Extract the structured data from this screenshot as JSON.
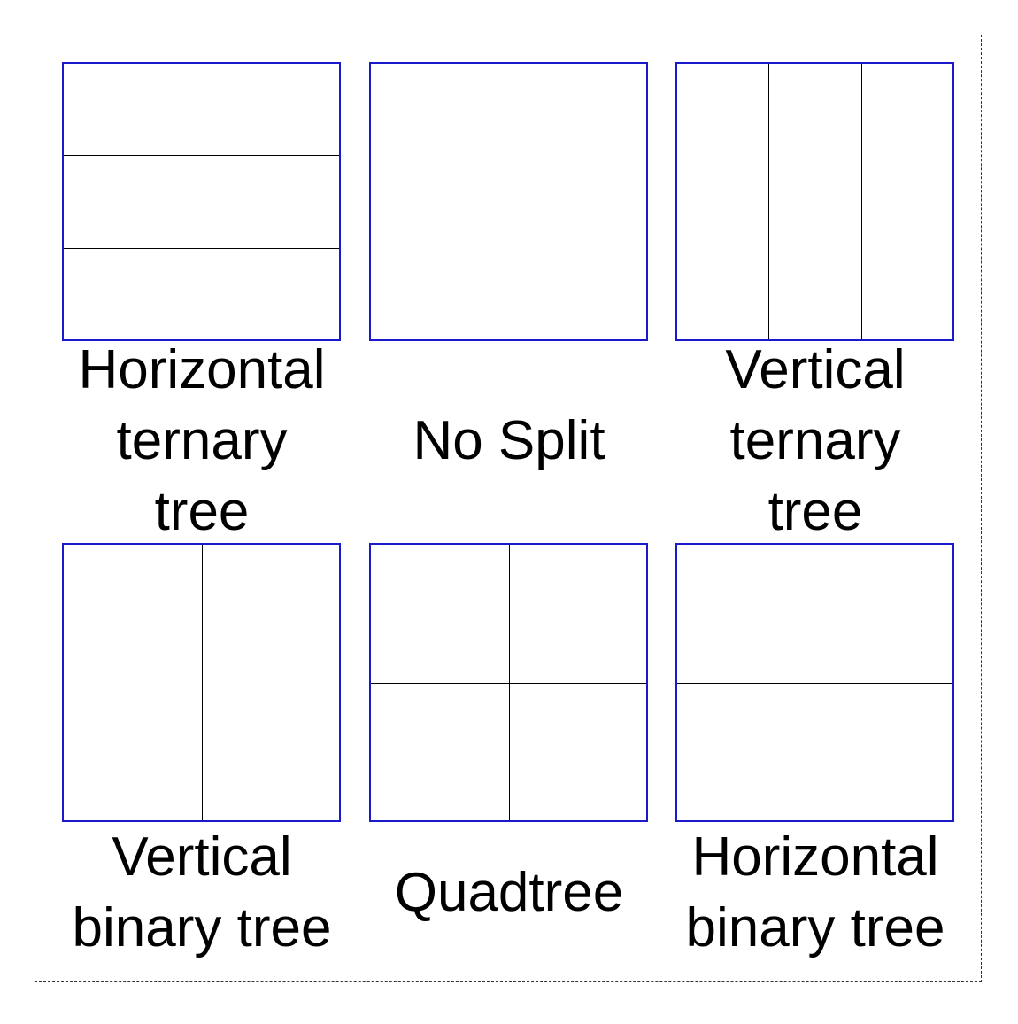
{
  "colors": {
    "panel_border": "#1a1acc",
    "split_line": "#000000",
    "frame_border": "#333333"
  },
  "panels": [
    {
      "id": "horizontal-ternary",
      "label_lines": [
        "Horizontal",
        "ternary",
        "tree"
      ]
    },
    {
      "id": "no-split",
      "label_lines": [
        "No Split"
      ]
    },
    {
      "id": "vertical-ternary",
      "label_lines": [
        "Vertical",
        "ternary",
        "tree"
      ]
    },
    {
      "id": "vertical-binary",
      "label_lines": [
        "Vertical",
        "binary tree"
      ]
    },
    {
      "id": "quadtree",
      "label_lines": [
        "Quadtree"
      ]
    },
    {
      "id": "horizontal-binary",
      "label_lines": [
        "Horizontal",
        "binary tree"
      ]
    }
  ]
}
